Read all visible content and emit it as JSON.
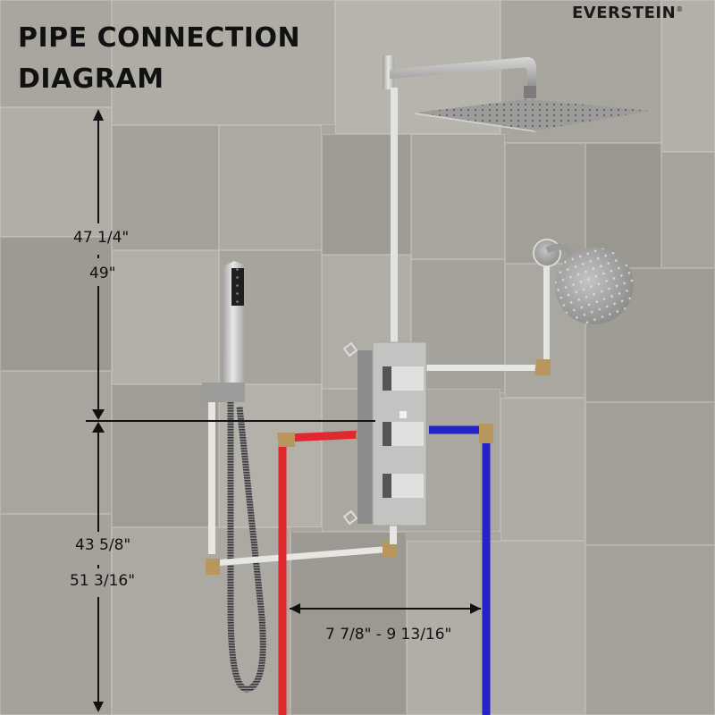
{
  "header": {
    "title_line1": "PIPE CONNECTION",
    "title_line2": "DIAGRAM",
    "brand": "EVERSTEIN",
    "brand_mark": "®"
  },
  "dimensions": {
    "upper_height_min": "47 1/4\"",
    "upper_height_max": "49\"",
    "lower_height_min": "43 5/8\"",
    "lower_height_max": "51 3/16\"",
    "supply_spacing": "7 7/8\" - 9 13/16\""
  },
  "components": [
    {
      "name": "rain-shower-head-square",
      "type": "overhead"
    },
    {
      "name": "round-shower-head",
      "type": "wall-mounted"
    },
    {
      "name": "handheld-shower",
      "type": "handheld"
    },
    {
      "name": "thermostatic-valve-panel",
      "type": "valve",
      "handles": 3
    }
  ],
  "pipes": {
    "hot": {
      "label": "hot water supply",
      "color": "#e2282f"
    },
    "cold": {
      "label": "cold water supply",
      "color": "#2323c8"
    },
    "outlet": {
      "label": "outlet pipe",
      "color": "#e6e6e2"
    },
    "fitting": {
      "label": "brass elbow",
      "color": "#b8975f"
    }
  },
  "colors": {
    "tile": "#a9a79f",
    "text": "#111111",
    "chrome": "#c9c9c7"
  }
}
